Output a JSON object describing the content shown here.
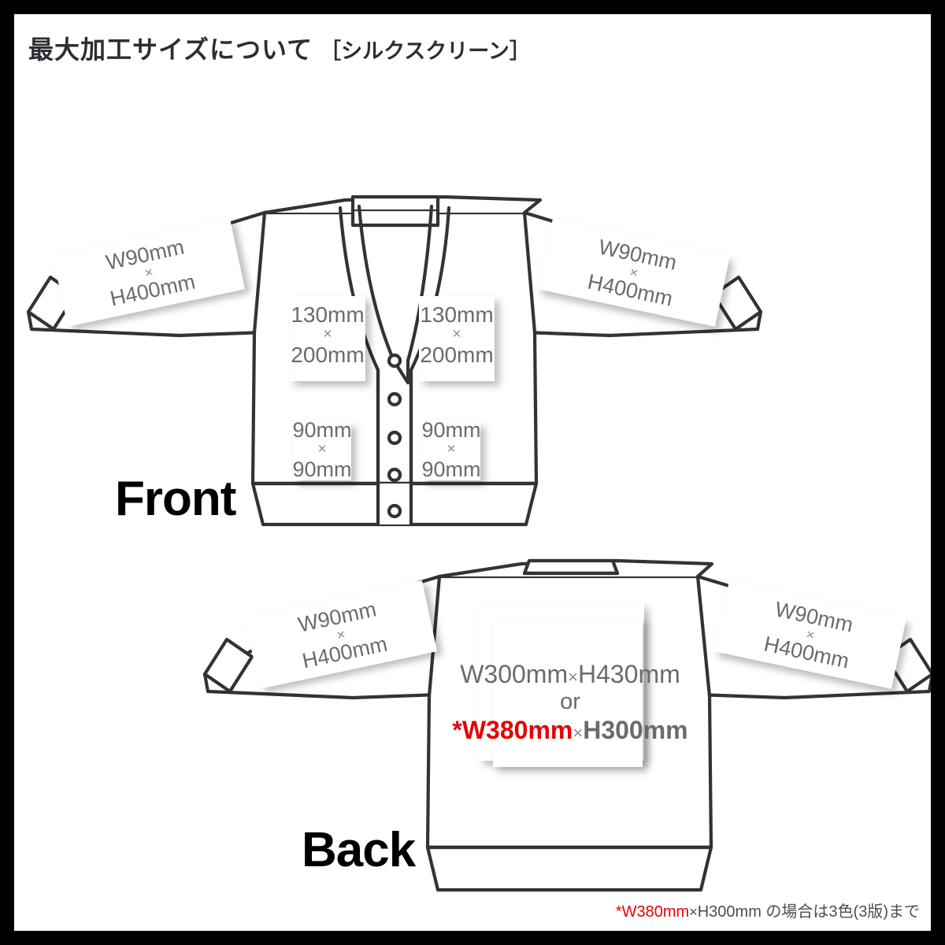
{
  "page": {
    "title_main": "最大加工サイズについて",
    "title_bracketed": "［シルクスクリーン］",
    "border_color": "#000000",
    "background_color": "#ffffff"
  },
  "colors": {
    "measurement_text": "#6b6b6b",
    "highlight_red": "#e60000",
    "outline": "#333333",
    "label_black": "#000000"
  },
  "views": {
    "front": {
      "label": "Front",
      "sleeve_left": {
        "line1": "W90mm",
        "separator": "×",
        "line2": "H400mm"
      },
      "sleeve_right": {
        "line1": "W90mm",
        "separator": "×",
        "line2": "H400mm"
      },
      "chest_left": {
        "line1": "130mm",
        "separator": "×",
        "line2": "200mm"
      },
      "chest_right": {
        "line1": "130mm",
        "separator": "×",
        "line2": "200mm"
      },
      "lower_left": {
        "line1": "90mm",
        "separator": "×",
        "line2": "90mm"
      },
      "lower_right": {
        "line1": "90mm",
        "separator": "×",
        "line2": "90mm"
      }
    },
    "back": {
      "label": "Back",
      "sleeve_left": {
        "line1": "W90mm",
        "separator": "×",
        "line2": "H400mm"
      },
      "sleeve_right": {
        "line1": "W90mm",
        "separator": "×",
        "line2": "H400mm"
      },
      "center": {
        "option1_width": "W300mm",
        "option1_separator": "×",
        "option1_height": "H430mm",
        "conjunction": "or",
        "option2_width": "*W380mm",
        "option2_separator": "×",
        "option2_height": "H300mm"
      }
    }
  },
  "footnote": {
    "marked": "*W380mm",
    "separator": "×",
    "size": "H300mm",
    "note": " の場合は3色(3版)まで"
  }
}
